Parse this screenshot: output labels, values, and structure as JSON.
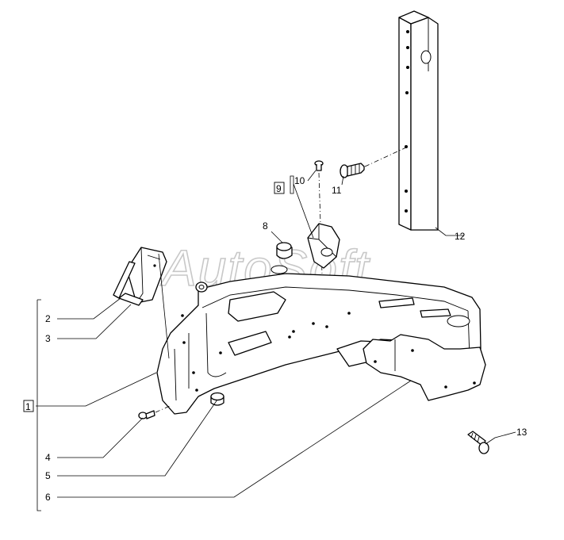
{
  "watermark": "AutoSoft",
  "callouts": [
    {
      "id": "c1",
      "text": "1",
      "boxed": true
    },
    {
      "id": "c2",
      "text": "2"
    },
    {
      "id": "c3",
      "text": "3"
    },
    {
      "id": "c4",
      "text": "4"
    },
    {
      "id": "c5",
      "text": "5"
    },
    {
      "id": "c6",
      "text": "6"
    },
    {
      "id": "c8",
      "text": "8"
    },
    {
      "id": "c9",
      "text": "9",
      "boxed": true
    },
    {
      "id": "c10",
      "text": "10"
    },
    {
      "id": "c11",
      "text": "11"
    },
    {
      "id": "c12",
      "text": "12"
    },
    {
      "id": "c13",
      "text": "13"
    }
  ]
}
